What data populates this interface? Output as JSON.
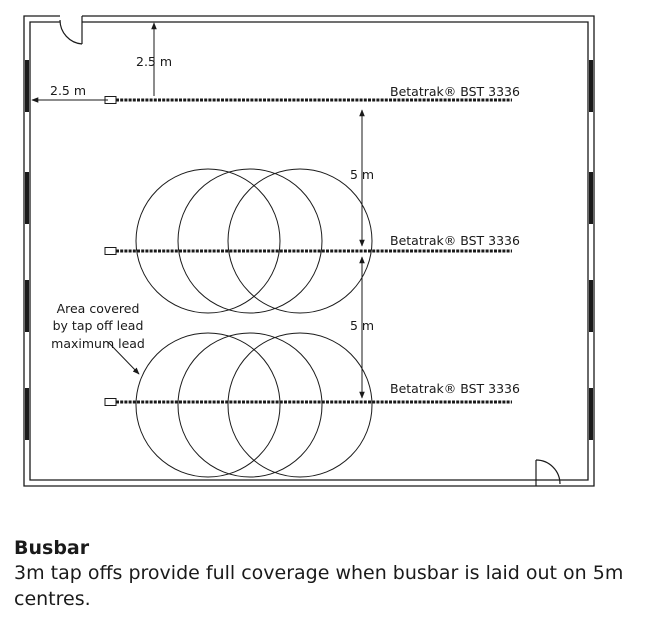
{
  "diagram": {
    "dimensions": {
      "top_offset": "2.5 m",
      "left_offset": "2.5 m",
      "spacing_1": "5 m",
      "spacing_2": "5 m"
    },
    "busbars": [
      {
        "label": "Betatrak® BST 3336"
      },
      {
        "label": "Betatrak® BST 3336"
      },
      {
        "label": "Betatrak® BST 3336"
      }
    ],
    "note_lines": [
      "Area covered",
      "by tap off lead",
      "maximum lead"
    ]
  },
  "caption": {
    "title": "Busbar",
    "text": "3m tap offs provide full coverage when busbar is laid out on 5m centres."
  }
}
